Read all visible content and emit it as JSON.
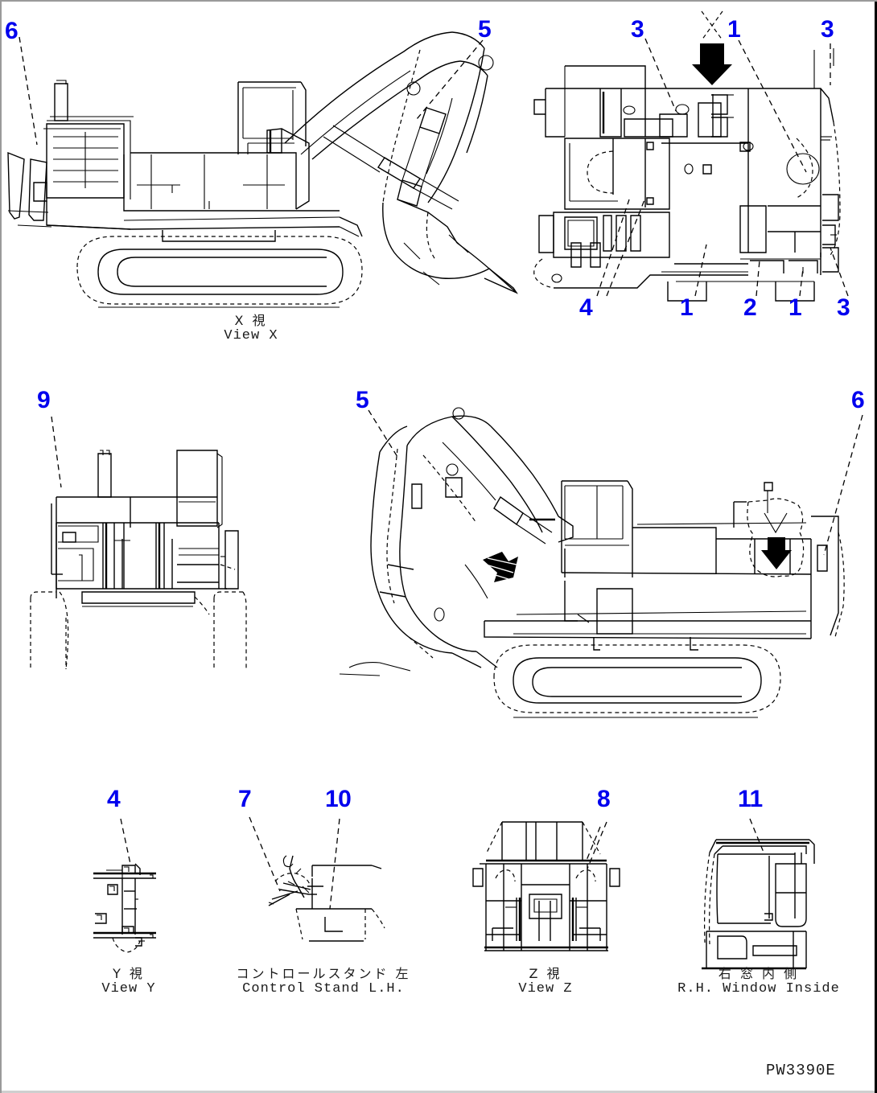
{
  "document": {
    "type": "parts-catalog-illustration",
    "subject": "Hydraulic excavator marks and plates location drawing",
    "part_code": "PW3390E",
    "callout_color": "#0000ee",
    "background_color": "#ffffff",
    "line_color": "#000000"
  },
  "views": [
    {
      "id": "view-x",
      "caption_jp": "X  視",
      "caption_en": "View X",
      "callouts": [
        "6",
        "5"
      ]
    },
    {
      "id": "view-top-right",
      "caption_jp": "",
      "caption_en": "",
      "callouts": [
        "3",
        "1",
        "3",
        "4",
        "1",
        "2",
        "1",
        "3"
      ]
    },
    {
      "id": "view-front",
      "caption_jp": "",
      "caption_en": "",
      "callouts": [
        "9"
      ]
    },
    {
      "id": "view-side-right",
      "caption_jp": "",
      "caption_en": "",
      "callouts": [
        "5",
        "6"
      ]
    },
    {
      "id": "view-y",
      "caption_jp": "Y  視",
      "caption_en": "View Y",
      "callouts": [
        "4"
      ]
    },
    {
      "id": "view-control-stand",
      "caption_jp": "コントロールスタンド 左",
      "caption_en": "Control Stand L.H.",
      "callouts": [
        "7",
        "10"
      ]
    },
    {
      "id": "view-z",
      "caption_jp": "Z  視",
      "caption_en": "View Z",
      "callouts": [
        "8"
      ]
    },
    {
      "id": "view-rh-window",
      "caption_jp": "右 窓 内 側",
      "caption_en": "R.H. Window Inside",
      "callouts": [
        "11"
      ]
    }
  ],
  "callouts": {
    "c1": "6",
    "c2": "5",
    "c3": "3",
    "c4": "1",
    "c5": "3",
    "c6": "4",
    "c7": "1",
    "c8": "2",
    "c9": "1",
    "c10": "3",
    "c11": "9",
    "c12": "5",
    "c13": "6",
    "c14": "4",
    "c15": "7",
    "c16": "10",
    "c17": "8",
    "c18": "11"
  },
  "captions": {
    "view_x_jp": "X   視",
    "view_x_en": "View X",
    "view_y_jp": "Y   視",
    "view_y_en": "View Y",
    "control_stand_jp": "コントロールスタンド 左",
    "control_stand_en": "Control Stand L.H.",
    "view_z_jp": "Z   視",
    "view_z_en": "View Z",
    "rh_window_jp": "右 窓 内 側",
    "rh_window_en": "R.H. Window Inside"
  },
  "footer": {
    "part_code": "PW3390E"
  }
}
